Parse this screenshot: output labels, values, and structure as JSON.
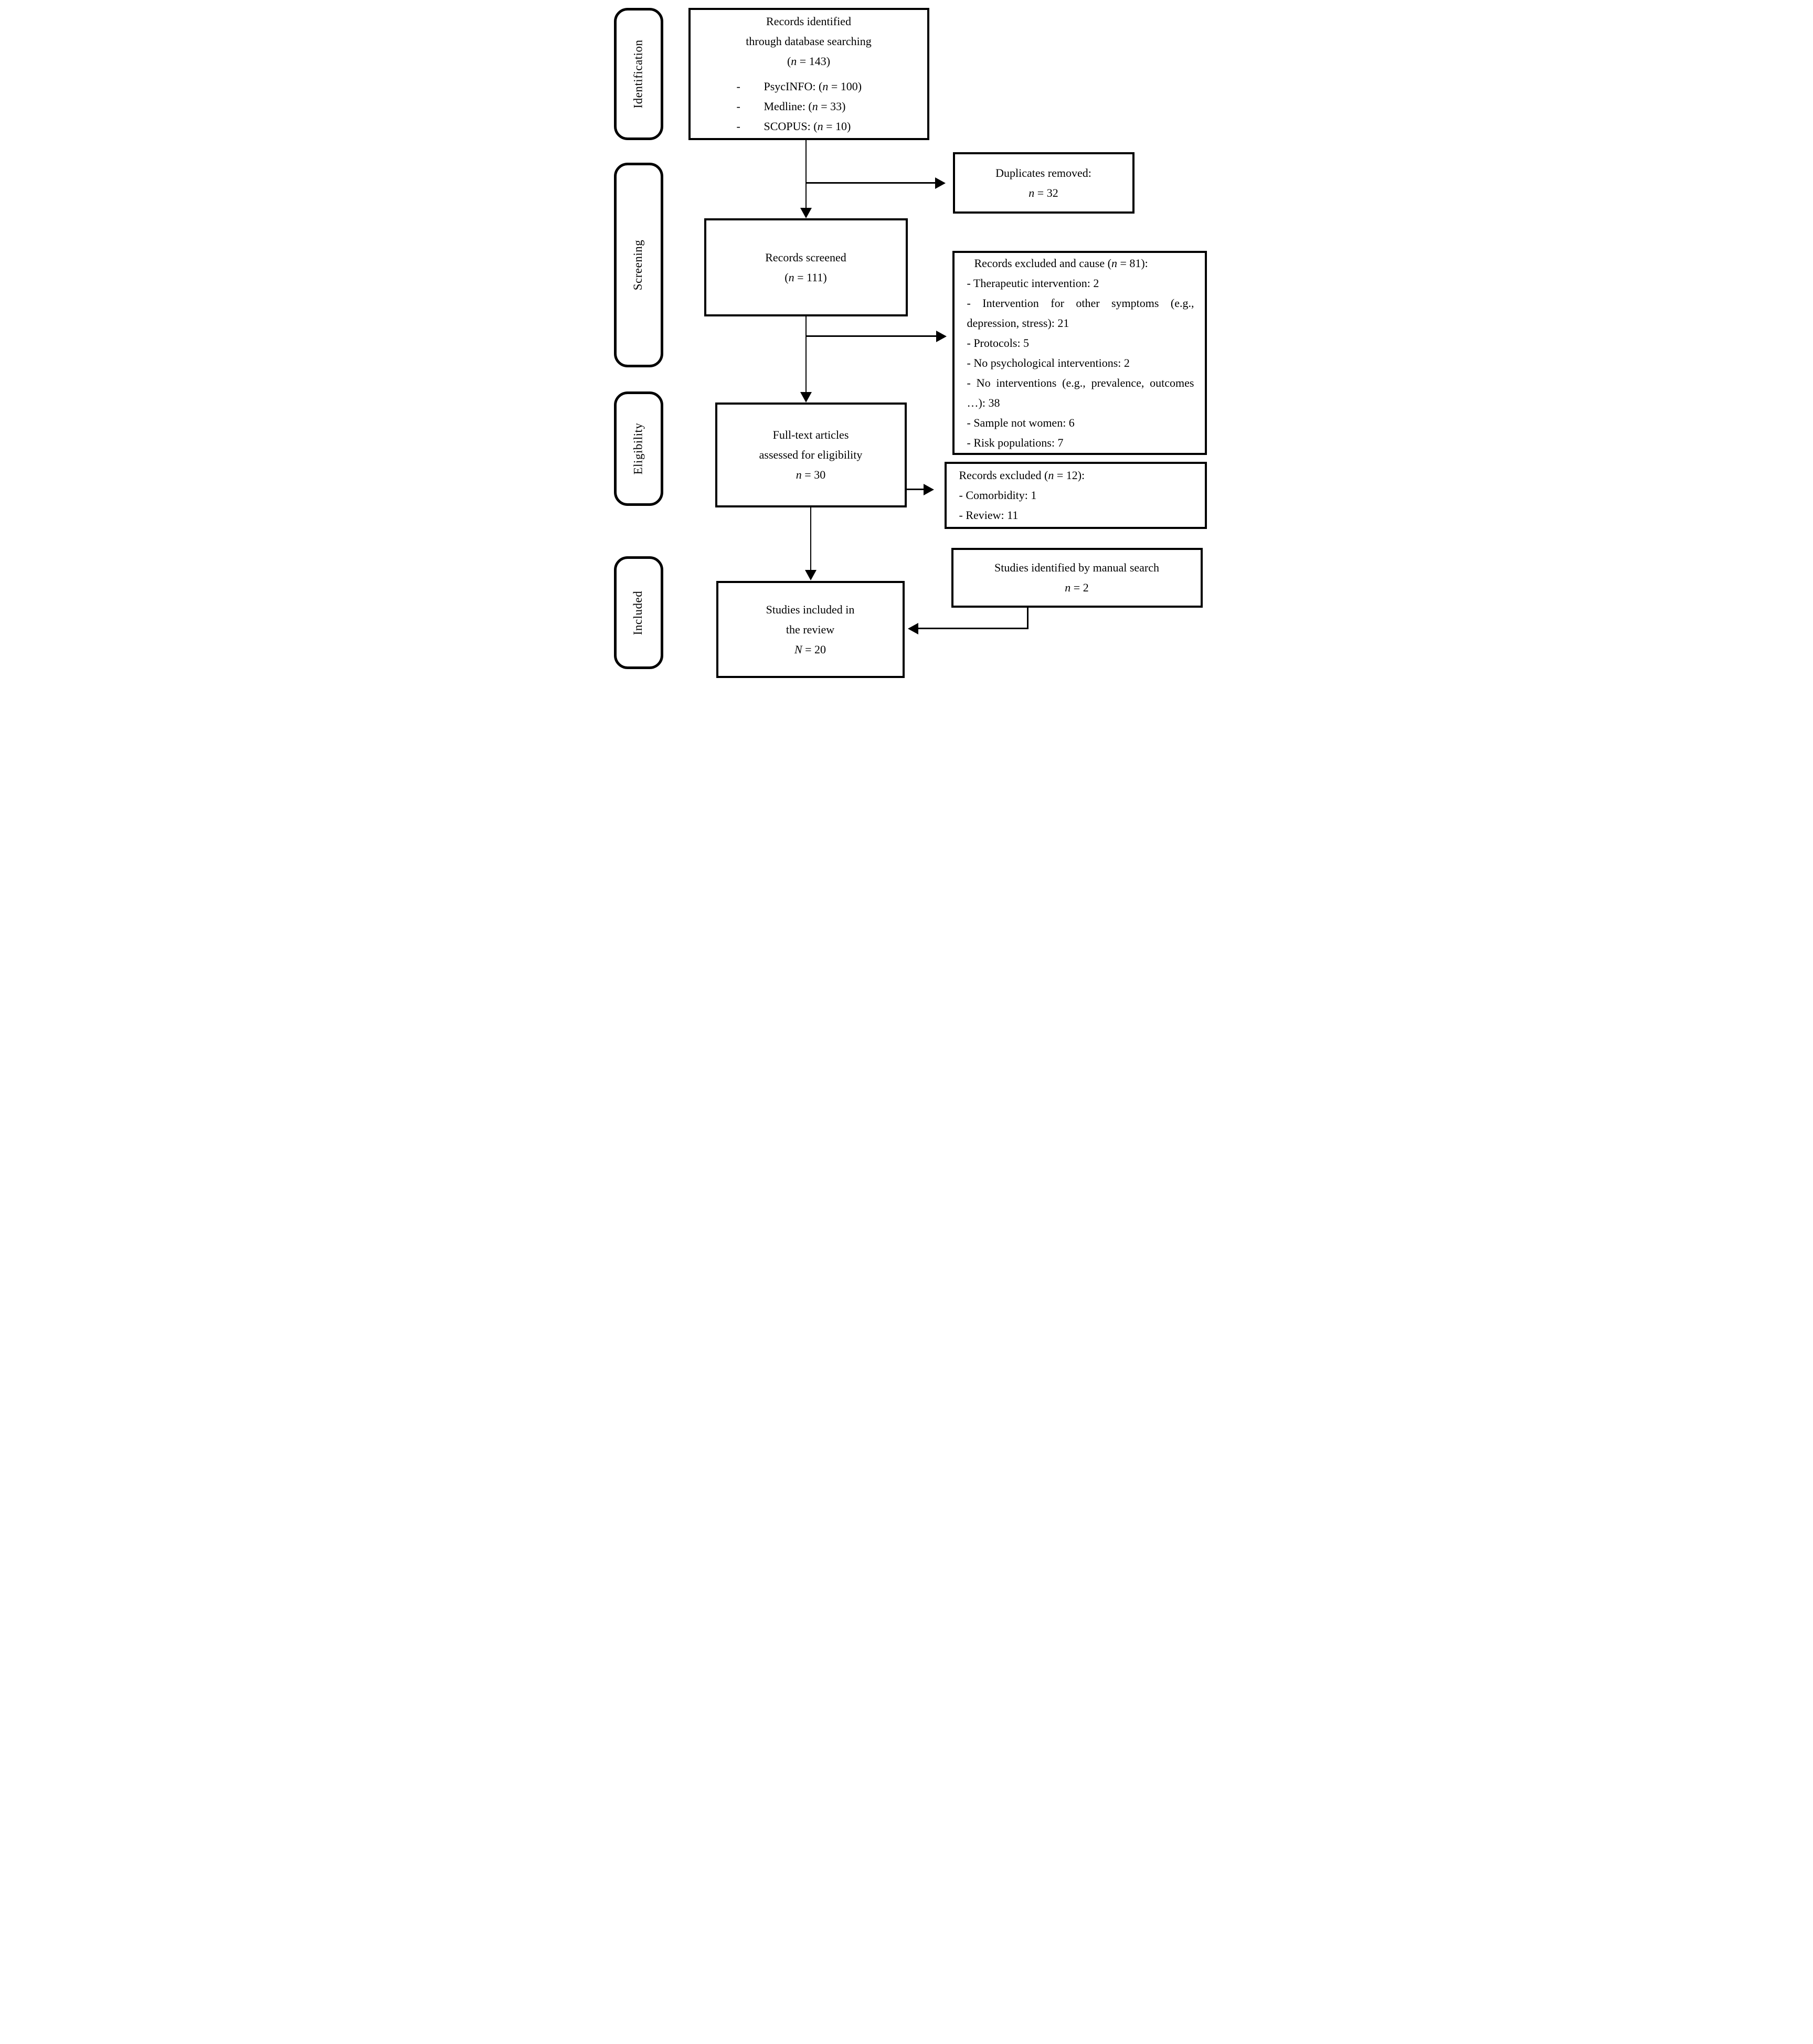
{
  "diagram": {
    "stages": [
      "Identification",
      "Screening",
      "Eligibility",
      "Included"
    ],
    "marker": "-",
    "boxes": {
      "identified": {
        "line1": "Records identified",
        "line2": "through database searching",
        "line3": "(n = 143)",
        "items": [
          "PsycINFO: (n = 100)",
          "Medline: (n = 33)",
          "SCOPUS: (n = 10)"
        ]
      },
      "duplicates": {
        "line1": "Duplicates removed:",
        "line2": "n = 32"
      },
      "screened": {
        "line1": "Records screened",
        "line2": "(n = 111)"
      },
      "excluded_screening": {
        "header": "Records excluded and cause (n = 81):",
        "items": [
          "- Therapeutic intervention: 2",
          "- Intervention for other symptoms (e.g., depression, stress): 21",
          "- Protocols: 5",
          "- No psychological interventions: 2",
          "- No interventions (e.g., prevalence, outcomes …): 38",
          "- Sample not women: 6",
          "- Risk populations: 7"
        ]
      },
      "fulltext": {
        "line1": "Full-text articles",
        "line2": "assessed for eligibility",
        "line3": "n = 30"
      },
      "excluded_eligibility": {
        "header": "Records excluded (n = 12):",
        "items": [
          "- Comorbidity: 1",
          "- Review: 11"
        ]
      },
      "manual": {
        "line1": "Studies identified by manual search",
        "line2": "n = 2"
      },
      "included": {
        "line1": "Studies included in",
        "line2": "the review",
        "line3": "N = 20"
      }
    }
  }
}
